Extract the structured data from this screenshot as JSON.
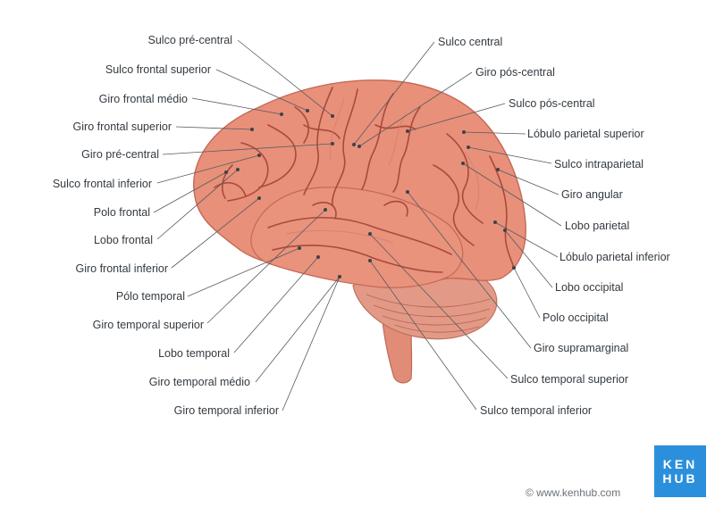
{
  "labels_left": [
    "Sulco pré-central",
    "Sulco frontal superior",
    "Giro frontal médio",
    "Giro frontal superior",
    "Giro pré-central",
    "Sulco frontal inferior",
    "Polo frontal",
    "Lobo frontal",
    "Giro frontal inferior",
    "Pólo temporal",
    "Giro temporal superior",
    "Lobo temporal",
    "Giro temporal médio",
    "Giro temporal inferior"
  ],
  "labels_right": [
    "Sulco central",
    "Giro pós-central",
    "Sulco pós-central",
    "Lóbulo parietal superior",
    "Sulco intraparietal",
    "Giro angular",
    "Lobo parietal",
    "Lóbulo parietal inferior",
    "Lobo occipital",
    "Polo occipital",
    "Giro supramarginal",
    "Sulco temporal superior",
    "Sulco temporal inferior"
  ],
  "logo": {
    "line1": "KEN",
    "line2": "HUB"
  },
  "copyright": "© www.kenhub.com",
  "colors": {
    "brain": "#e8907a",
    "brain_shadow": "#c96a58",
    "sulcus": "#a94a3c",
    "cerebellum": "#e29a86",
    "brand": "#2c8fdb"
  },
  "icons": [
    "brain-illustration",
    "kenhub-logo"
  ]
}
